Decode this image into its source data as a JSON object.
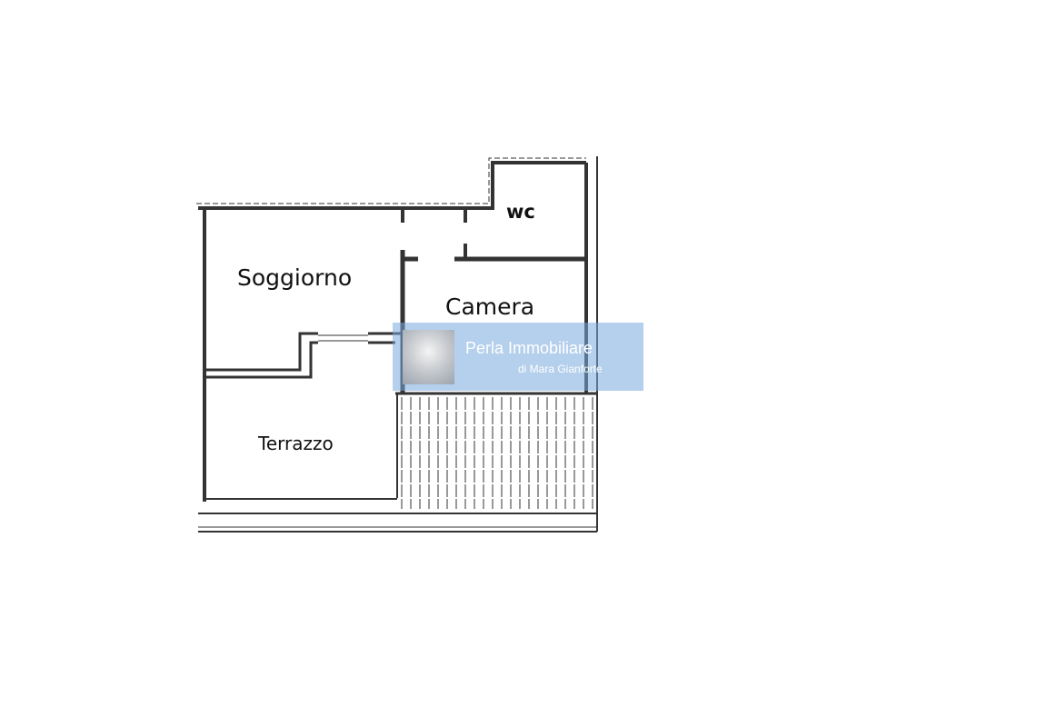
{
  "rooms": {
    "soggiorno": "Soggiorno",
    "camera": "Camera",
    "wc": "wc",
    "terrazzo": "Terrazzo"
  },
  "watermark": {
    "title": "Perla Immobiliare",
    "subtitle": "di Mara Gianforte"
  }
}
